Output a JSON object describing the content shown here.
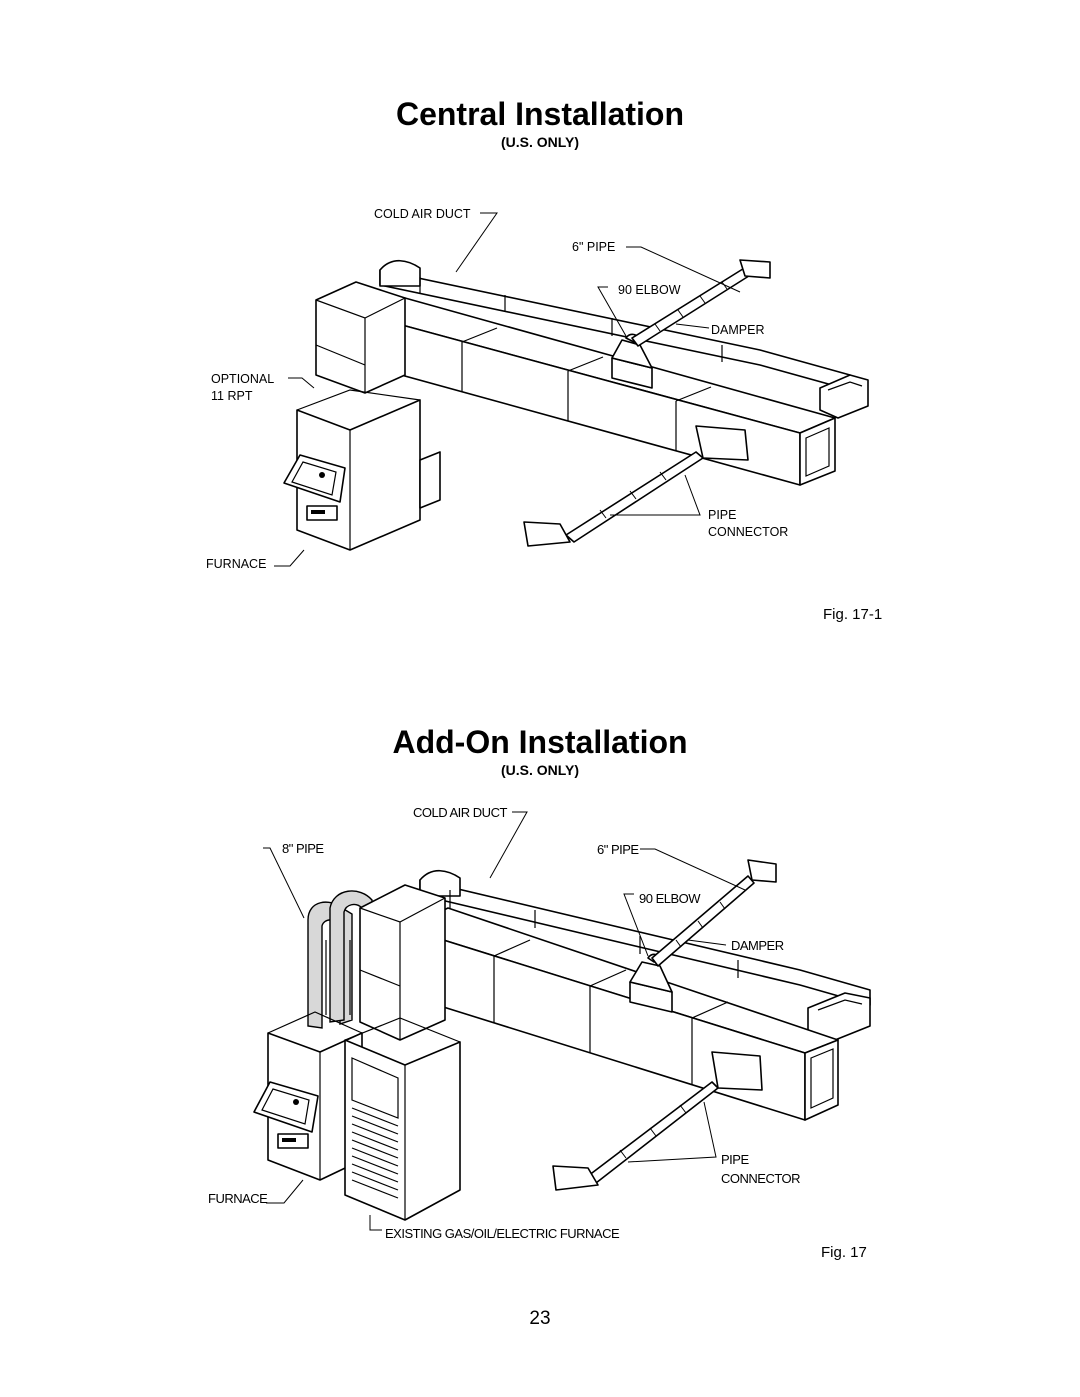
{
  "figure1": {
    "title": "Central Installation",
    "subtitle": "(U.S. ONLY)",
    "labels": {
      "cold_air_duct": "COLD AIR DUCT",
      "pipe_6": "6\" PIPE",
      "elbow": "90 ELBOW",
      "damper": "DAMPER",
      "optional_line1": "OPTIONAL",
      "optional_line2": "11 RPT",
      "pipe_connector_line1": "PIPE",
      "pipe_connector_line2": "CONNECTOR",
      "furnace": "FURNACE"
    },
    "fig_label": "Fig. 17-1"
  },
  "figure2": {
    "title": "Add-On Installation",
    "subtitle": "(U.S. ONLY)",
    "labels": {
      "cold_air_duct": "COLD AIR DUCT",
      "pipe_8": "8\" PIPE",
      "pipe_6": "6\" PIPE",
      "elbow": "90 ELBOW",
      "damper": "DAMPER",
      "pipe_connector_line1": "PIPE",
      "pipe_connector_line2": "CONNECTOR",
      "furnace": "FURNACE",
      "existing_furnace": "EXISTING GAS/OIL/ELECTRIC FURNACE"
    },
    "fig_label": "Fig. 17"
  },
  "page_number": "23"
}
